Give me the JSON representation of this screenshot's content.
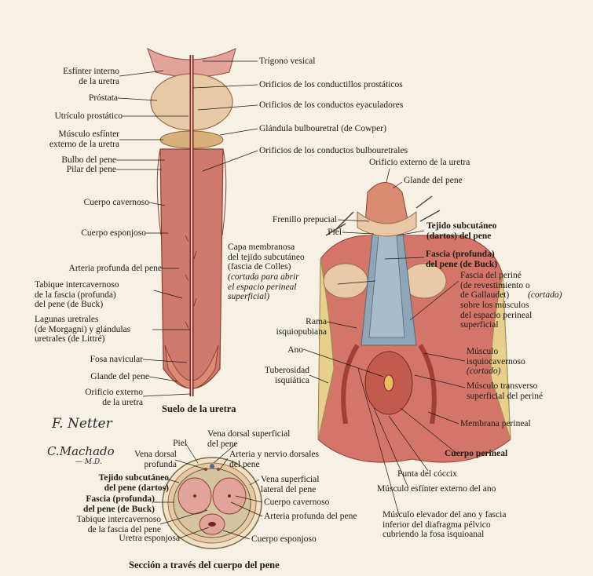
{
  "captions": {
    "urethra_floor": "Suelo de la uretra",
    "shaft_section": "Sección a través del cuerpo del pene"
  },
  "signatures": {
    "netter": "F. Netter",
    "machado": "C.Machado",
    "machado_md": "— M.D."
  },
  "labels": {
    "esfinter_interno": "Esfínter interno\nde la uretra",
    "prostata": "Próstata",
    "utriculo": "Utrículo prostático",
    "musculo_esfinter_ext": "Músculo esfínter\nexterno de la uretra",
    "bulbo": "Bulbo del pene",
    "pilar": "Pilar del pene",
    "cuerpo_cavernoso_left": "Cuerpo cavernoso",
    "cuerpo_esponjoso_left": "Cuerpo esponjoso",
    "arteria_profunda_left": "Arteria profunda del pene",
    "tabique_left": "Tabique intercavernoso\nde la fascia (profunda)\ndel pene (de Buck)",
    "lagunas": "Lagunas uretrales\n(de Morgagni) y glándulas\nuretrales (de Littré)",
    "fosa_navicular": "Fosa navicular",
    "glande_left": "Glande del pene",
    "orificio_ext_left": "Orificio externo\nde la uretra",
    "trigono": "Trígono vesical",
    "orif_prostaticos": "Orificios de los conductillos prostáticos",
    "orif_eyaculadores": "Orificios de los conductos eyaculadores",
    "glandula_bulbouretral": "Glándula bulbouretral (de Cowper)",
    "orif_bulbouretrales": "Orificios de los conductos bulbouretrales",
    "orificio_ext_right": "Orificio externo de la uretra",
    "glande_right": "Glande del pene",
    "frenillo": "Frenillo prepucial",
    "piel_right": "Piel",
    "tejido_subcutaneo_right": "Tejido subcutáneo\n(dartos) del pene",
    "capa_membranosa": "Capa membranosa\ndel tejido subcutáneo\n(fascia de Colles)",
    "capa_membranosa_note": "(cortada para abrir\nel espacio perineal\nsuperficial)",
    "fascia_buck_right": "Fascia (profunda)\ndel pene (de Buck)",
    "fascia_perine": "Fascia del periné\n(de revestimiento o\nde Gallaudet)",
    "fascia_perine_note": "(cortada)",
    "fascia_perine_tail": "sobre los músculos\ndel espacio perineal\nsuperficial",
    "rama": "Rama\nisquiopubiana",
    "ano": "Ano",
    "tuberosidad": "Tuberosidad\nisquiática",
    "isquiocavernoso": "Músculo\nisquiocavernoso",
    "isquiocavernoso_note": "(cortado)",
    "transverso": "Músculo transverso\nsuperficial del periné",
    "membrana_perineal": "Membrana perineal",
    "cuerpo_perineal": "Cuerpo perineal",
    "punta_coccix": "Punta del cóccix",
    "esfinter_ano": "Músculo esfínter externo del ano",
    "elevador_ano": "Músculo elevador del ano y fascia\ninferior del diafragma pélvico\ncubriendo la fosa isquioanal",
    "piel_section": "Piel",
    "vena_dorsal_sup": "Vena dorsal superficial\ndel pene",
    "vena_dorsal_prof": "Vena dorsal\nprofunda",
    "arteria_nervio_dorsales": "Arteria y nervio dorsales\ndel pene",
    "tejido_subcutaneo_section": "Tejido subcutáneo\ndel pene (dartos)",
    "vena_sup_lateral": "Vena superficial\nlateral del pene",
    "fascia_buck_section": "Fascia (profunda)\ndel pene (de Buck)",
    "cuerpo_cavernoso_section": "Cuerpo cavernoso",
    "tabique_section": "Tabique intercavernoso\nde la fascia del pene",
    "arteria_profunda_section": "Arteria profunda del pene",
    "uretra_esponjosa": "Uretra esponjosa",
    "cuerpo_esponjoso_section": "Cuerpo esponjoso"
  },
  "colors": {
    "background": "#f6f1e4",
    "tissue_red": "#c8524a",
    "tissue_pink": "#e2a49a",
    "fascia_blue": "#8fa6b8",
    "glans": "#d98c72",
    "fat_yellow": "#e6d08c",
    "skin_beige": "#e8c9a6"
  }
}
